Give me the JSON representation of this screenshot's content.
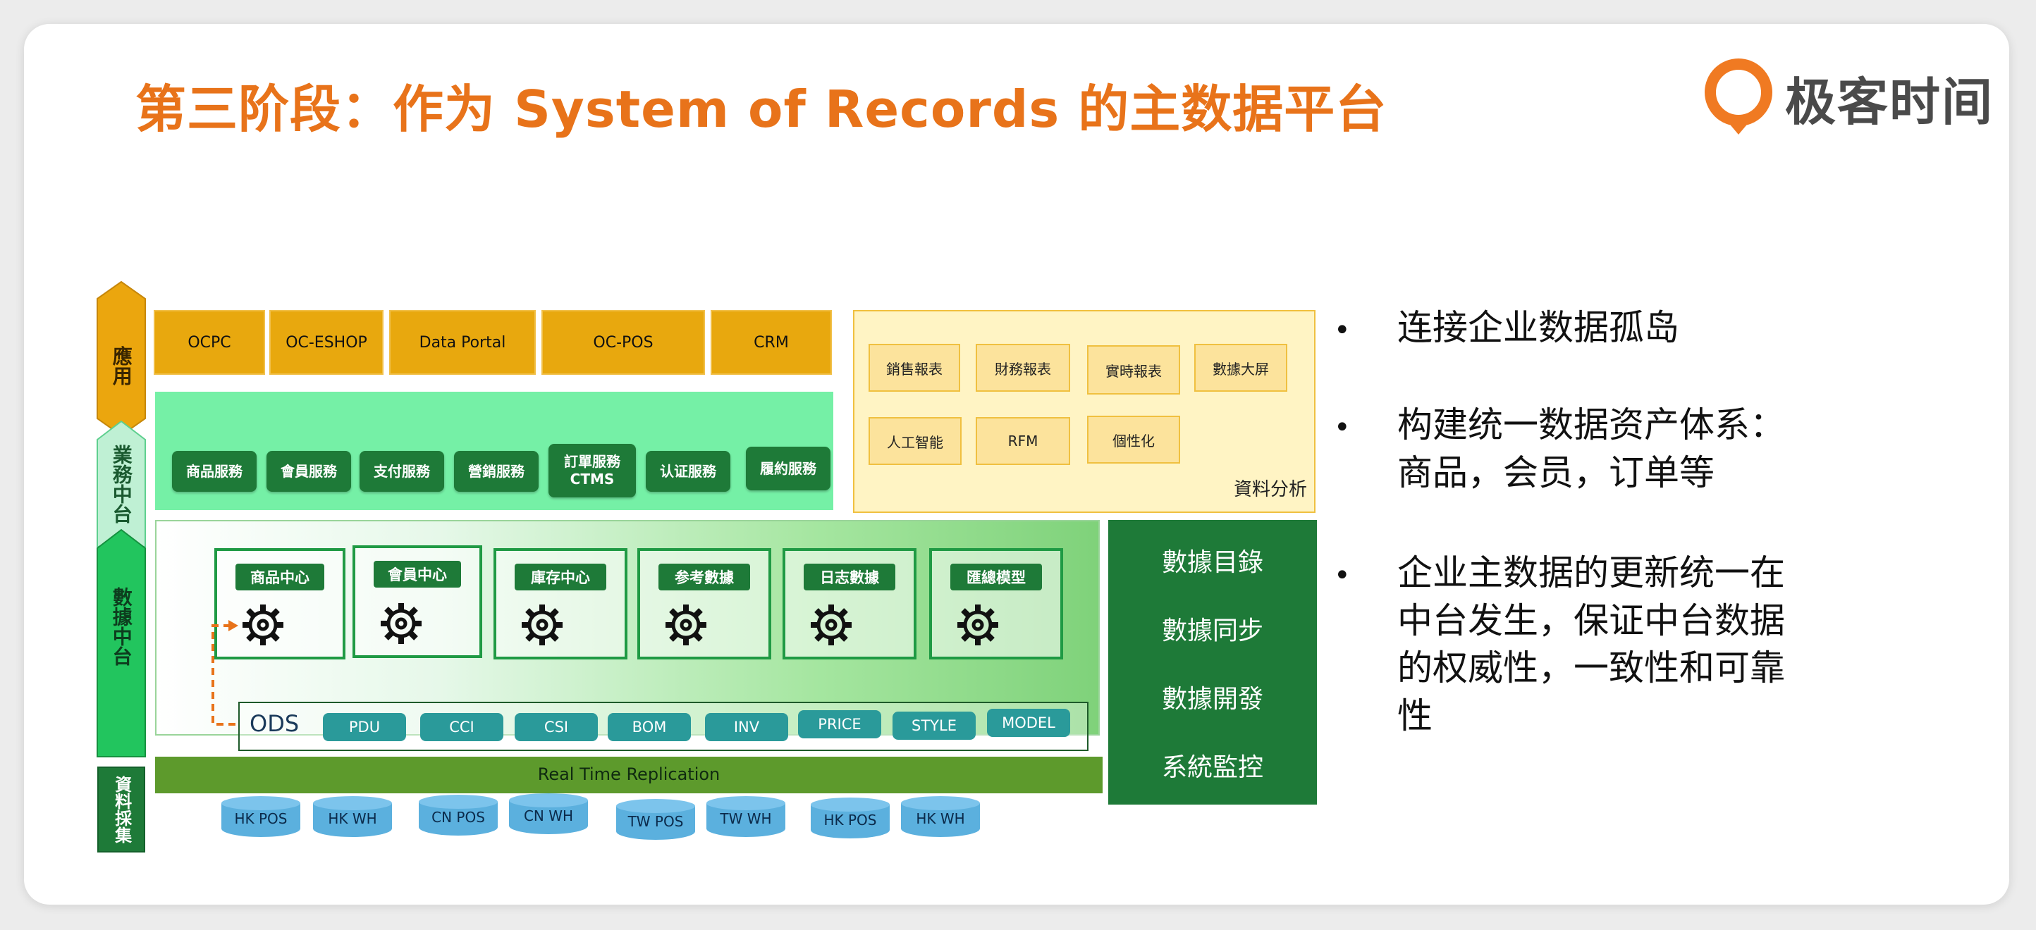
{
  "title": "第三阶段：作为 System of Records 的主数据平台",
  "logo": {
    "text": "极客时间",
    "icon": "geektime-logo-icon"
  },
  "layers": {
    "app": "應用",
    "business": "業務中台",
    "data": "數據中台",
    "collect": "資料採集"
  },
  "apps": [
    "OCPC",
    "OC-ESHOP",
    "Data Portal",
    "OC-POS",
    "CRM"
  ],
  "services": [
    "商品服務",
    "會員服務",
    "支付服務",
    "營銷服務",
    "訂單服務\nCTMS",
    "认证服務",
    "履約服務"
  ],
  "analysis": {
    "items": [
      "銷售報表",
      "財務報表",
      "實時報表",
      "數據大屏",
      "人工智能",
      "RFM",
      "個性化"
    ],
    "label": "資料分析"
  },
  "centers": [
    "商品中心",
    "會員中心",
    "庫存中心",
    "参考數據",
    "日志數據",
    "匯總模型"
  ],
  "ods": {
    "label": "ODS",
    "items": [
      "PDU",
      "CCI",
      "CSI",
      "BOM",
      "INV",
      "PRICE",
      "STYLE",
      "MODEL"
    ]
  },
  "right_panel": [
    "數據目錄",
    "數據同步",
    "數據開發",
    "系統監控"
  ],
  "replication": "Real Time Replication",
  "sources": [
    "HK POS",
    "HK WH",
    "CN  POS",
    "CN WH",
    "TW POS",
    "TW WH",
    "HK POS",
    "HK WH"
  ],
  "bullets": [
    "连接企业数据孤岛",
    "构建统一数据资产体系：\n商品，会员，订单等",
    "企业主数据的更新统一在\n中台发生，保证中台数据\n的权威性，一致性和可靠\n性"
  ],
  "colors": {
    "title": "#e8731a",
    "app_box": "#e8a80e",
    "service_band": "#75f0a6",
    "dark_green": "#1e7a38",
    "replication": "#5d9a2c",
    "ods_pill": "#2a9a9a",
    "database": "#5bb0de"
  }
}
